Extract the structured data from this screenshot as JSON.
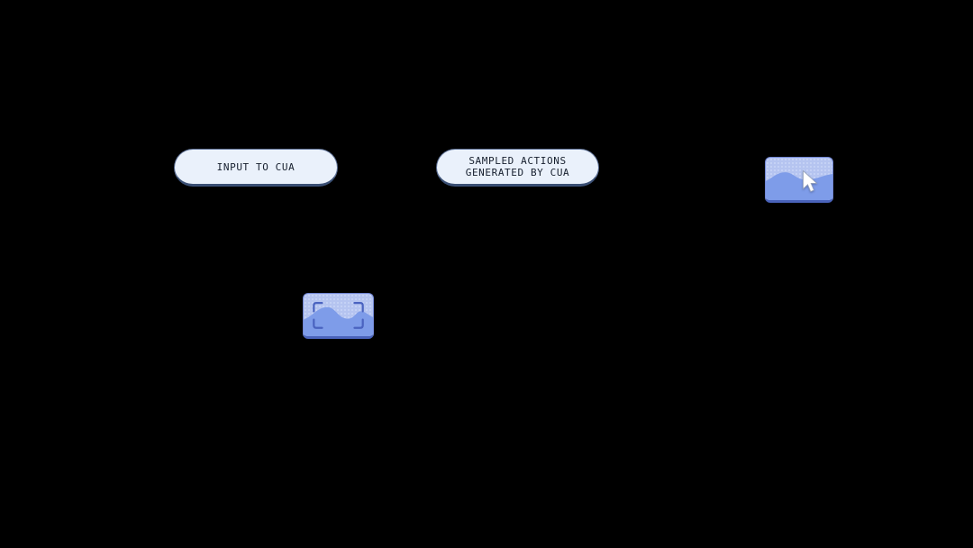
{
  "figure": {
    "description": "CUA pipeline diagram fragment on black background",
    "pills": {
      "input": {
        "label": "INPUT TO CUA"
      },
      "sampled": {
        "line1": "SAMPLED ACTIONS",
        "line2": "GENERATED BY CUA"
      }
    },
    "icons": {
      "screenshot_thumbnail": "image-thumbnail-with-crop-corners",
      "action_thumbnail": "image-thumbnail-with-mouse-cursor"
    }
  },
  "colors": {
    "canvas_bg": "#000000",
    "pill_fill": "#eaf1fb",
    "pill_border": "#5c6f94",
    "pill_border_bottom": "#3a4f74",
    "pill_text": "#161f2e",
    "thumb_fill": "#b5c4f0",
    "thumb_dot": "#c9d5f7",
    "thumb_wave": "#7e9ce9",
    "thumb_border": "#7287d4",
    "thumb_border_bottom": "#4a63bb",
    "crop_corner": "#4a63c0",
    "cursor_fill": "#ffffff",
    "cursor_outline": "#93a0bb"
  }
}
